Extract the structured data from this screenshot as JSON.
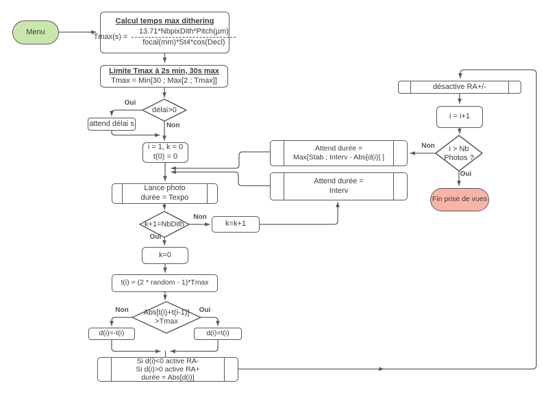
{
  "diagram_title": "Dithering capture flowchart",
  "colors": {
    "start_fill": "#c9e7ab",
    "end_fill": "#f8b3a7",
    "shape_stroke": "#585858",
    "wire_stroke": "#5f5f5f",
    "text": "#3a3a3a"
  },
  "nodes": {
    "menu": {
      "label": "Menu"
    },
    "calcul": {
      "title": "Calcul temps max dithering",
      "lhs": "Tmax(s) =",
      "numerator": "13.71*NbpixDith*Pitch(µm)",
      "denominator": "focal(mm)*St4*cos(Decl)"
    },
    "limite": {
      "title": "Limite Tmax à 2s min, 30s max",
      "line2": "Tmax = Min[30 ; Max[2 ; Tmax]]"
    },
    "delai_decision": {
      "label": "délai>0"
    },
    "attend_delai": {
      "label": "attend délai s"
    },
    "init": {
      "line1": "i = 1, k = 0",
      "line2": "t(0) = 0"
    },
    "lance_photo": {
      "line1": "Lance photo",
      "line2": "durée = Texpo"
    },
    "nbdith_decision": {
      "label": "k+1=NbDith"
    },
    "k_inc": {
      "label": "k=k+1"
    },
    "k_zero": {
      "label": "k=0"
    },
    "t_random": {
      "label": "t(i) = (2 * random - 1)*Tmax"
    },
    "abs_decision": {
      "line1": "Abs[t(i)+t(i-1)]",
      "line2": ">Tmax"
    },
    "d_neg": {
      "label": "d(i)=-t(i)"
    },
    "d_pos": {
      "label": "d(i)=t(i)"
    },
    "activate_ra": {
      "line1": "Si d(i)<0 active RA-",
      "line2": "Si d(i)>0 active RA+",
      "line3": "durée = Abs[d(i)]"
    },
    "attend_max": {
      "line1": "Attend durée =",
      "line2": "Max[Stab ; Interv - Abs[d(i)] ]"
    },
    "attend_interv": {
      "line1": "Attend durée =",
      "line2": "Interv"
    },
    "desactive_ra": {
      "label": "désactive RA+/-"
    },
    "i_inc": {
      "label": "i = i+1"
    },
    "photos_decision": {
      "line1": "i > Nb",
      "line2": "Photos ?"
    },
    "fin": {
      "label": "Fin prise de vues"
    }
  },
  "edge_labels": {
    "delai_oui": "Oui",
    "delai_non": "Non",
    "nbdith_non": "Non",
    "nbdith_oui": "Oui",
    "abs_non": "Non",
    "abs_oui": "Oui",
    "photos_non": "Non",
    "photos_oui": "Oui"
  }
}
